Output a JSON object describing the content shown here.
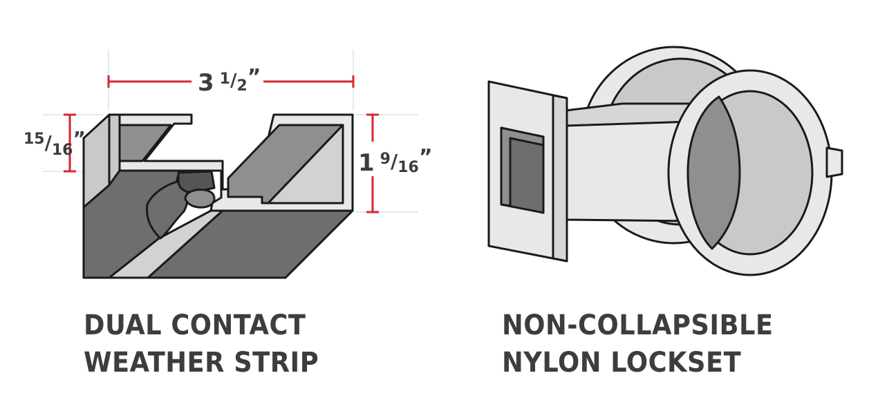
{
  "weather_strip": {
    "caption_line1": "DUAL CONTACT",
    "caption_line2": "WEATHER STRIP",
    "width_dim": {
      "whole": "3",
      "num": "1",
      "den": "2",
      "unit": "”"
    },
    "left_height_dim": {
      "num": "15",
      "den": "16",
      "unit": "”"
    },
    "right_height_dim": {
      "whole": "1",
      "num": "9",
      "den": "16",
      "unit": "”"
    }
  },
  "lockset": {
    "caption_line1": "NON-COLLAPSIBLE",
    "caption_line2": "NYLON LOCKSET"
  },
  "colors": {
    "dimension_line": "#d7262e",
    "text": "#3d3d3f",
    "outline": "#1a1a1a",
    "dark_gray": "#6e6e70",
    "mid_gray": "#8f8f91",
    "light_gray": "#c9c9cb",
    "extra_light": "#e8e8e8"
  }
}
